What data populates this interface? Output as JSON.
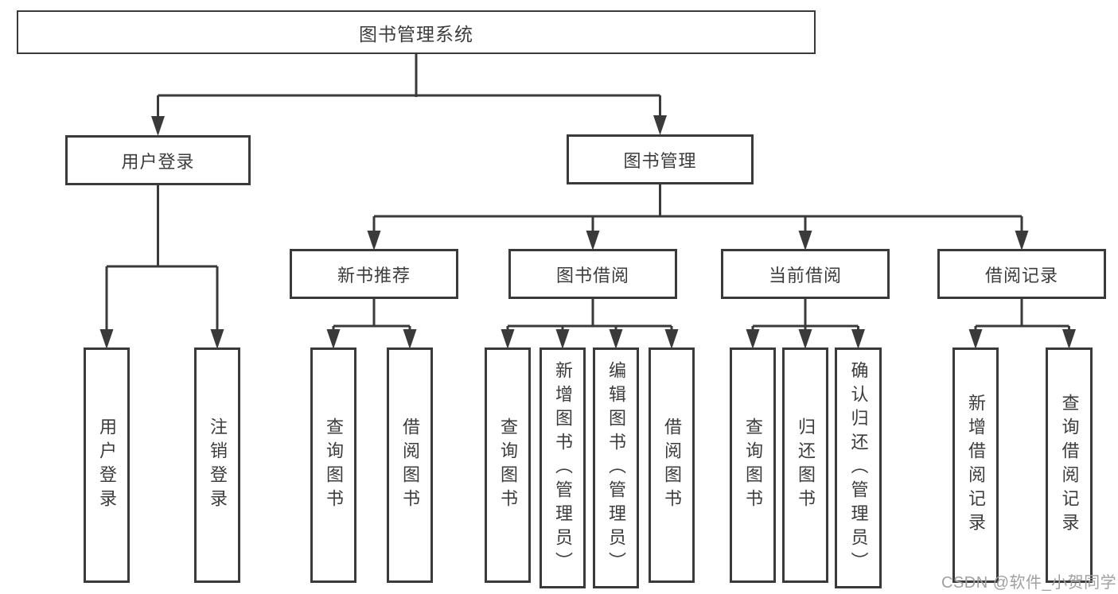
{
  "diagram": {
    "type": "hierarchy-tree",
    "title": "图书管理系统",
    "watermark": "CSDN @软件_小贺同学",
    "colors": {
      "line": "#3a3a3a",
      "text": "#3c3c3c",
      "background": "#ffffff",
      "watermark": "#a0a0a0"
    },
    "nodes": {
      "root": {
        "label": "图书管理系统",
        "children": [
          "user_login",
          "book_mgmt"
        ]
      },
      "user_login": {
        "label": "用户登录",
        "children": [
          "login",
          "logout"
        ]
      },
      "book_mgmt": {
        "label": "图书管理",
        "children": [
          "new_books",
          "book_borrow",
          "current_borrow",
          "borrow_records"
        ]
      },
      "new_books": {
        "label": "新书推荐",
        "children": [
          "nb_query",
          "nb_borrow"
        ]
      },
      "book_borrow": {
        "label": "图书借阅",
        "children": [
          "bb_query",
          "bb_add",
          "bb_edit",
          "bb_borrow"
        ]
      },
      "current_borrow": {
        "label": "当前借阅",
        "children": [
          "cb_query",
          "cb_return",
          "cb_confirm"
        ]
      },
      "borrow_records": {
        "label": "借阅记录",
        "children": [
          "br_add",
          "br_query"
        ]
      },
      "login": {
        "label": "用户登录",
        "children": []
      },
      "logout": {
        "label": "注销登录",
        "children": []
      },
      "nb_query": {
        "label": "查询图书",
        "children": []
      },
      "nb_borrow": {
        "label": "借阅图书",
        "children": []
      },
      "bb_query": {
        "label": "查询图书",
        "children": []
      },
      "bb_add": {
        "label": "新增图书（管理员）",
        "children": []
      },
      "bb_edit": {
        "label": "编辑图书（管理员）",
        "children": []
      },
      "bb_borrow": {
        "label": "借阅图书",
        "children": []
      },
      "cb_query": {
        "label": "查询图书",
        "children": []
      },
      "cb_return": {
        "label": "归还图书",
        "children": []
      },
      "cb_confirm": {
        "label": "确认归还（管理员）",
        "children": []
      },
      "br_add": {
        "label": "新增借阅记录",
        "children": []
      },
      "br_query": {
        "label": "查询借阅记录",
        "children": []
      }
    }
  }
}
